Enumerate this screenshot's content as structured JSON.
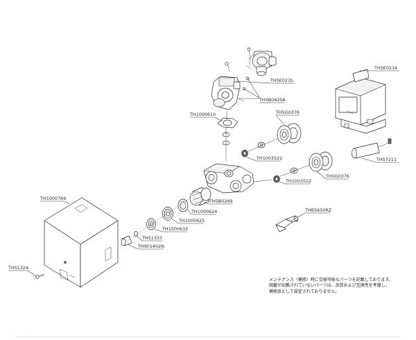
{
  "labels": {
    "th5e0235": "TH5E0235",
    "th5b0420a": "TH5B0420A",
    "th1000610": "TH1000610",
    "th5e0234": "TH5E0234",
    "th5g0376_top": "TH5G0376",
    "th1003522_top": "TH1003522",
    "th1003522_mid": "TH1003522",
    "th5g0376_mid": "TH5G0376",
    "th57211": "TH57211",
    "th1000769": "TH1000769",
    "th5b0299": "TH5B0299",
    "th1000624": "TH1000624",
    "th1000625": "TH1000625",
    "th1000632": "TH1000632",
    "th51333": "TH51333",
    "th901402n": "TH901402N",
    "th51324": "TH51324",
    "thb5650rz": "THB5650RZ"
  },
  "note_lines": [
    "メンテナンス（補修）時に交換可能なパーツを記載しております。",
    "図番が記載されていないパーツは、品質および互換性を考慮し、",
    "補修品として設定されておりません。"
  ]
}
